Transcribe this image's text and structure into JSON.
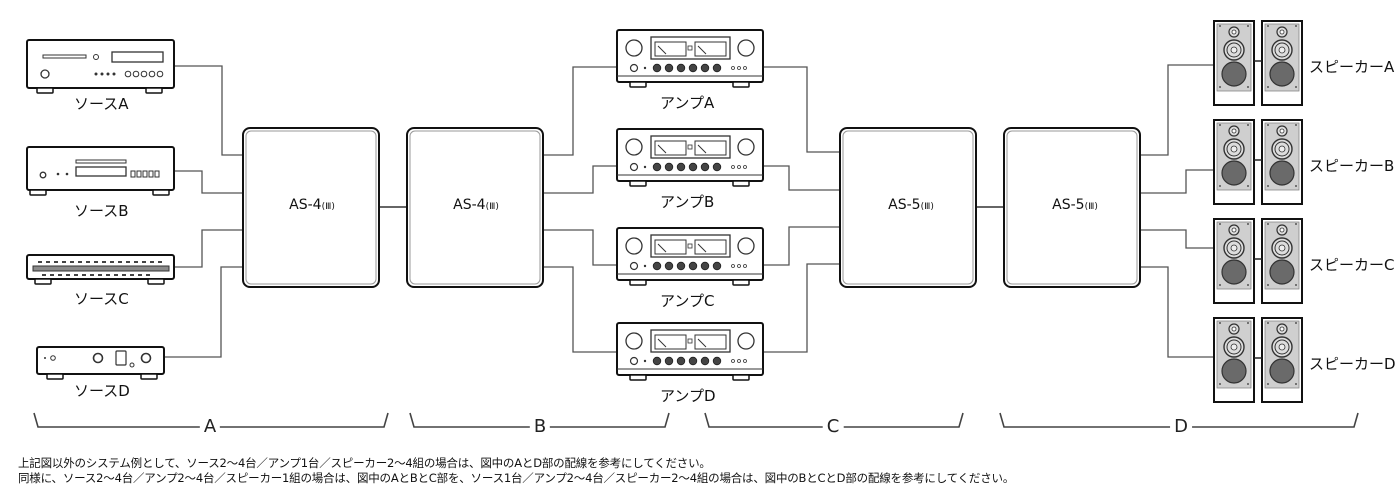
{
  "diagram": {
    "sources": [
      {
        "id": "A",
        "label": "ソースA",
        "type": "cd-player"
      },
      {
        "id": "B",
        "label": "ソースB",
        "type": "sacd-player"
      },
      {
        "id": "C",
        "label": "ソースC",
        "type": "tuner"
      },
      {
        "id": "D",
        "label": "ソースD",
        "type": "dac"
      }
    ],
    "hubs": [
      {
        "id": "hub1",
        "model": "AS-4",
        "suffix": "(Ⅲ)"
      },
      {
        "id": "hub2",
        "model": "AS-4",
        "suffix": "(Ⅲ)"
      },
      {
        "id": "hub3",
        "model": "AS-5",
        "suffix": "(Ⅲ)"
      },
      {
        "id": "hub4",
        "model": "AS-5",
        "suffix": "(Ⅲ)"
      }
    ],
    "amps": [
      {
        "id": "A",
        "label": "アンプA"
      },
      {
        "id": "B",
        "label": "アンプB"
      },
      {
        "id": "C",
        "label": "アンプC"
      },
      {
        "id": "D",
        "label": "アンプD"
      }
    ],
    "speakers": [
      {
        "id": "A",
        "label": "スピーカーA"
      },
      {
        "id": "B",
        "label": "スピーカーB"
      },
      {
        "id": "C",
        "label": "スピーカーC"
      },
      {
        "id": "D",
        "label": "スピーカーD"
      }
    ],
    "sections": [
      {
        "id": "A",
        "label": "A"
      },
      {
        "id": "B",
        "label": "B"
      },
      {
        "id": "C",
        "label": "C"
      },
      {
        "id": "D",
        "label": "D"
      }
    ],
    "notes": [
      "上記図以外のシステム例として、ソース2〜4台／アンプ1台／スピーカー2〜4組の場合は、図中のAとD部の配線を参考にしてください。",
      "同様に、ソース2〜4台／アンプ2〜4台／スピーカー1組の場合は、図中のAとBとC部を、ソース1台／アンプ2〜4台／スピーカー2〜4組の場合は、図中のBとCとD部の配線を参考にしてください。"
    ],
    "colors": {
      "line": "#555555",
      "outline": "#111111",
      "speaker_panel": "#cfcfcf",
      "woofer": "#6a6a6a"
    }
  }
}
